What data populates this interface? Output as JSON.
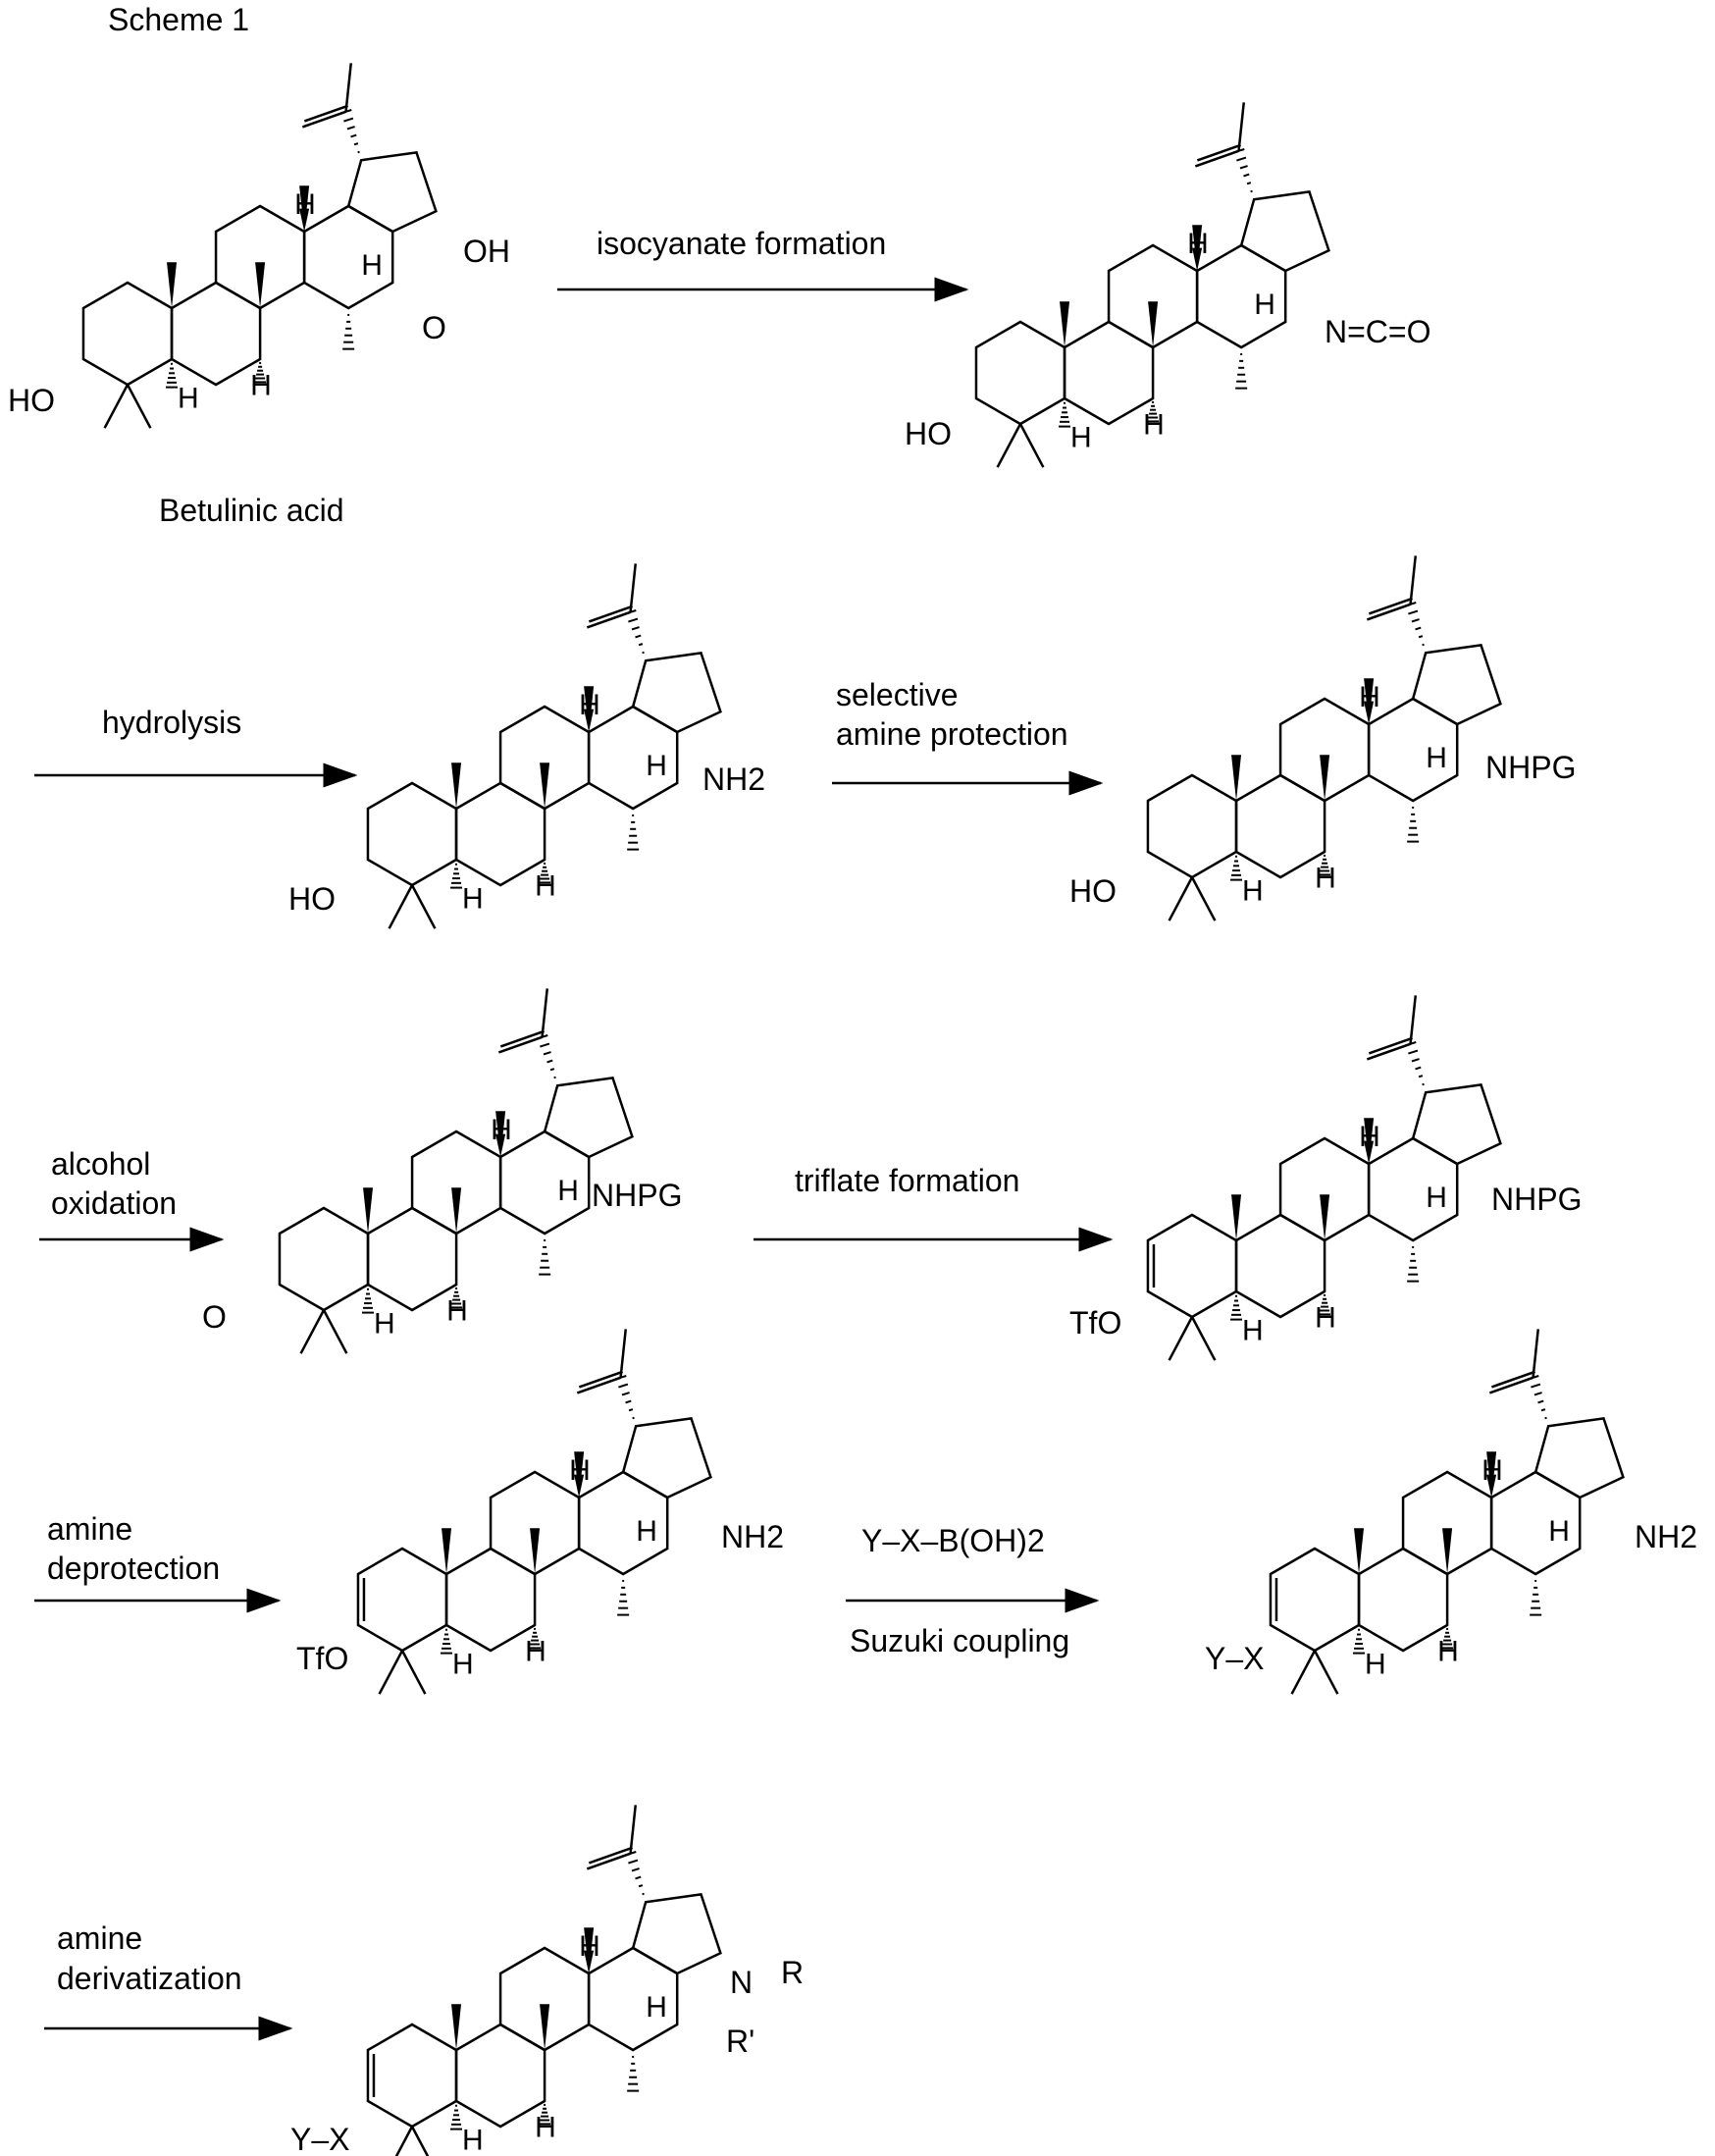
{
  "scheme_title": "Scheme 1",
  "compounds": {
    "betulinic_acid": {
      "caption": "Betulinic acid",
      "substituents": {
        "c3": "HO",
        "c28_oh": "OH",
        "c28_o": "O"
      }
    },
    "isocyanate": {
      "substituents": {
        "c3": "HO",
        "c17": "N=C=O"
      }
    },
    "amine": {
      "substituents": {
        "c3": "HO",
        "c17": "NH2"
      }
    },
    "protected_amine": {
      "substituents": {
        "c3": "HO",
        "c17": "NHPG"
      }
    },
    "ketone": {
      "substituents": {
        "c3": "O",
        "c17": "NHPG"
      }
    },
    "triflate": {
      "substituents": {
        "c3": "TfO",
        "c17": "NHPG"
      }
    },
    "triflate_amine": {
      "substituents": {
        "c3": "TfO",
        "c17": "NH2"
      }
    },
    "coupled_amine": {
      "substituents": {
        "c3": "Y–X",
        "c17": "NH2"
      }
    },
    "final_product": {
      "substituents": {
        "c3": "Y–X",
        "c17_n": "N",
        "r1": "R",
        "r2": "R'"
      }
    }
  },
  "stereo_h_label": "H",
  "steps": [
    {
      "label": "isocyanate formation"
    },
    {
      "label": "hydrolysis"
    },
    {
      "label_line1": "selective",
      "label_line2": "amine protection"
    },
    {
      "label_line1": "alcohol",
      "label_line2": "oxidation"
    },
    {
      "label": "triflate formation"
    },
    {
      "label_line1": "amine",
      "label_line2": "deprotection"
    },
    {
      "label_above": "Y–X–B(OH)2",
      "label_below": "Suzuki coupling"
    },
    {
      "label_line1": "amine",
      "label_line2": "derivatization"
    }
  ]
}
